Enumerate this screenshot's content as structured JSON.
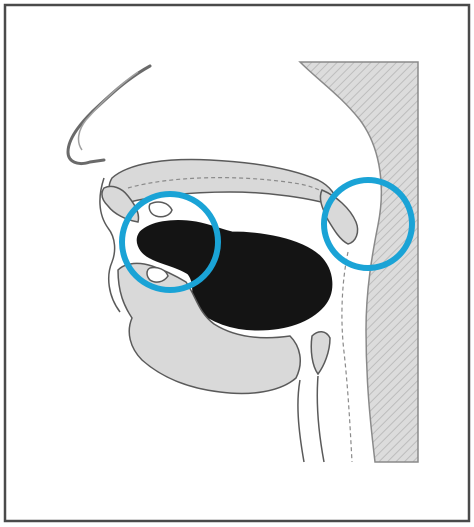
{
  "diagram": {
    "kind": "sagittal-section-head",
    "colors": {
      "background": "#ffffff",
      "outline": "#4a4a4a",
      "tissue": "#d9d9d9",
      "tissue_hatch": "#b9b9b9",
      "tongue": "#141414",
      "highlight": "#1aa3d6"
    },
    "highlights": [
      {
        "name": "lips-articulation"
      },
      {
        "name": "velum-articulation"
      }
    ]
  }
}
